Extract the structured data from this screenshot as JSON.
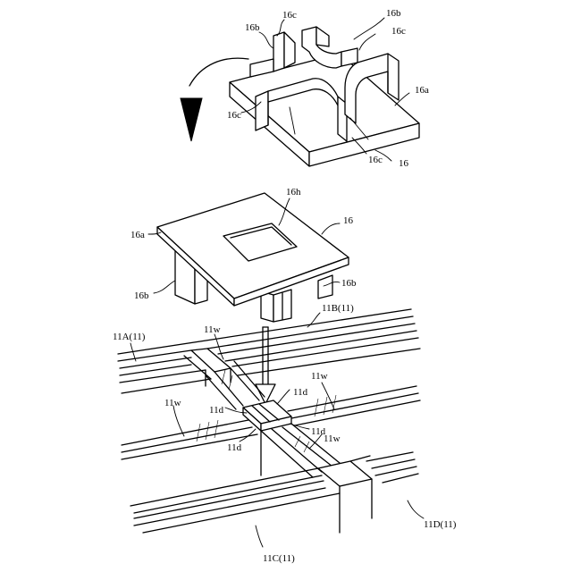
{
  "labels": {
    "top_16c_a": "16c",
    "top_16b_a": "16b",
    "top_16b_b": "16b",
    "top_16c_b": "16c",
    "top_16a": "16a",
    "top_16c_c": "16c",
    "top_16c_d": "16c",
    "top_16": "16",
    "mid_16h": "16h",
    "mid_16": "16",
    "mid_16a": "16a",
    "mid_16b_l": "16b",
    "mid_16b_r": "16b",
    "rail_11B": "11B(11)",
    "rail_11A": "11A(11)",
    "w_top": "11w",
    "w_right": "11w",
    "w_left": "11w",
    "w_bottom": "11w",
    "d_top": "11d",
    "d_left": "11d",
    "d_right": "11d",
    "d_bottom": "11d",
    "rail_11C": "11C(11)",
    "rail_11D": "11D(11)"
  }
}
